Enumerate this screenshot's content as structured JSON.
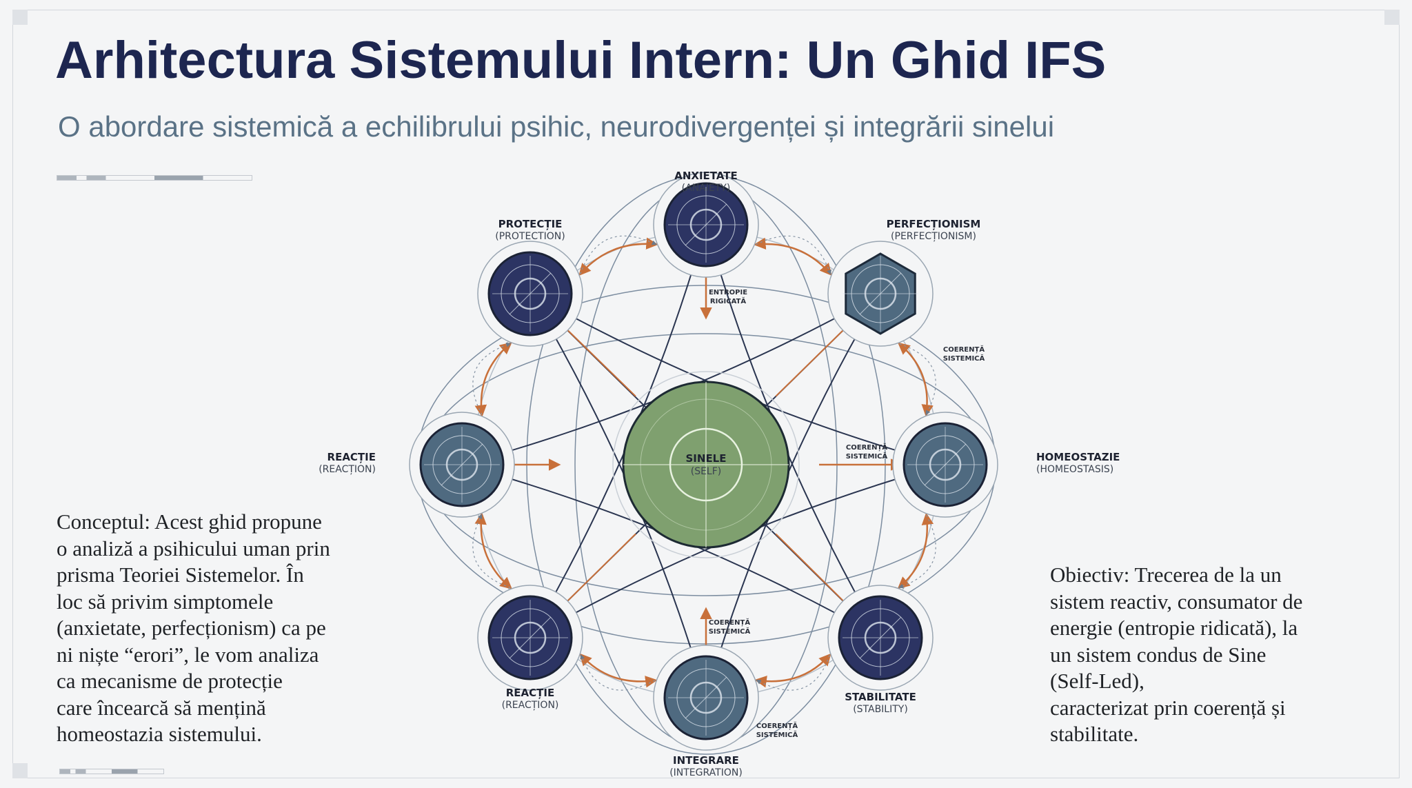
{
  "header": {
    "title": "Arhitectura Sistemului Intern: Un Ghid IFS",
    "subtitle": "O abordare sistemică a echilibrului psihic, neurodivergenței  și integrării sinelui"
  },
  "diagram": {
    "center": {
      "label": "SINELE",
      "sub": "(SELF)",
      "color": "#7fa06f"
    },
    "nodes": [
      {
        "label": "ANXIETATE",
        "sub": "(ANAIETY)"
      },
      {
        "label": "PROTECȚIE",
        "sub": "(PROTECTION)"
      },
      {
        "label": "PERFECȚIONISM",
        "sub": "(PERFECȚIONISM)"
      },
      {
        "label": "REACȚIE",
        "sub": "(REACȚION)"
      },
      {
        "label": "HOMEOSTAZIE",
        "sub": "(HOMEOSTASIS)"
      },
      {
        "label": "REACȚIE",
        "sub": "(REACȚION)"
      },
      {
        "label": "STABILITATE",
        "sub": "(STABILITY)"
      },
      {
        "label": "INTEGRARE",
        "sub": "(INTEGRATION)"
      }
    ],
    "annotations": [
      [
        "ENTROPIE",
        "RIGICATĂ"
      ],
      [
        "COERENȚĂ",
        "SISTEMICĂ"
      ],
      [
        "COERENȚĂ",
        "SISTEMICĂ"
      ],
      [
        "COERENȚĂ",
        "SISTEMICĂ"
      ],
      [
        "COERENȚĂ",
        "SISTEMICĂ"
      ]
    ],
    "colors": {
      "dark_node": "#2c3463",
      "slate_node": "#4f6a80",
      "arrow": "#c8703a",
      "line": "#2a3550"
    }
  },
  "left_text": {
    "lines": [
      "Conceptul: Acest ghid propune",
      "o analiză a psihicului uman prin",
      "prisma Teoriei Sistemelor. În",
      "loc să privim simptomele",
      "(anxietate, perfecționism) ca pe",
      "ni niște “erori”, le vom analiza",
      "ca mecanisme de protecție",
      "care încearcă să mențină",
      "homeostazia sistemului."
    ]
  },
  "right_text": {
    "lines": [
      "Obiectiv: Trecerea de la un",
      "sistem reactiv, consumator de",
      "energie (entropie ridicată), la",
      "un sistem condus de Sine",
      "(Self-Led),",
      "caracterizat prin coerență și",
      "stabilitate."
    ]
  }
}
